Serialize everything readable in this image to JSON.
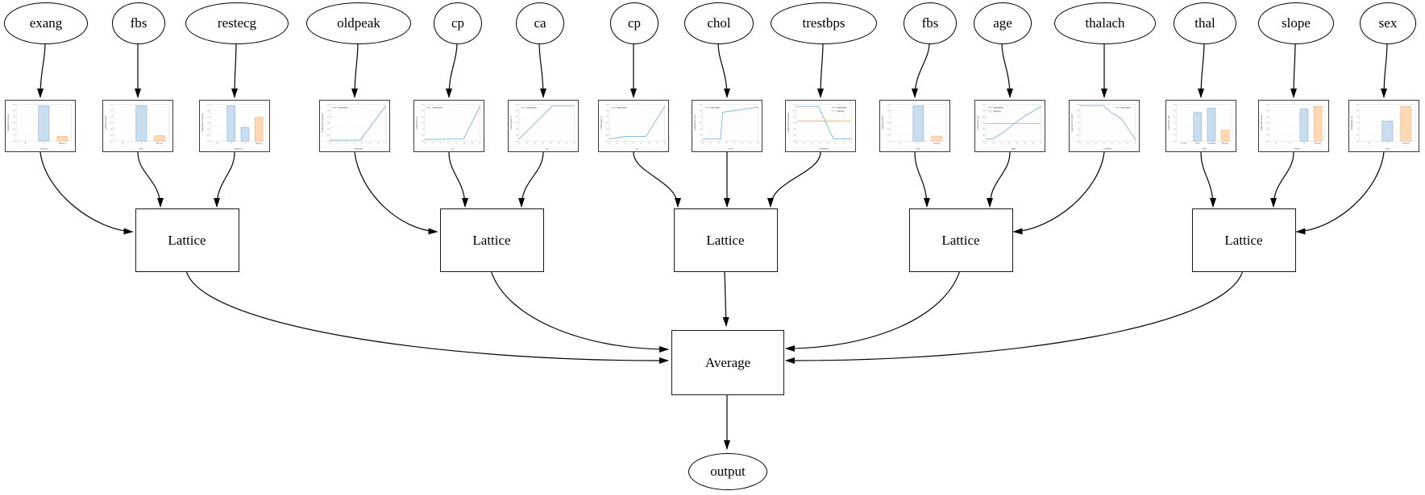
{
  "diagram": {
    "lattice_label": "Lattice",
    "average_label": "Average",
    "output_label": "output",
    "legend_labels": {
      "calibrated": "calibrated",
      "missing": "missing"
    },
    "colors": {
      "edge_black": "#000000",
      "line_blue": "#7ab2d8",
      "bar_blue_fill": "#c9ddef",
      "bar_blue_edge": "#74a9cf",
      "bar_orange_fill": "#fdd8b4",
      "bar_orange_edge": "#f4a75d",
      "line_orange": "#f9b35f"
    },
    "features": [
      {
        "label": "exang",
        "group": 1,
        "chart": {
          "type": "bar",
          "ylabel": "calibrated exang",
          "xlabel": "exang",
          "categories": [
            "0",
            "1",
            "Missing"
          ],
          "values": [
            0,
            0.97,
            0.13
          ],
          "bar_colors": [
            "blue",
            "blue",
            "orange"
          ]
        }
      },
      {
        "label": "fbs",
        "group": 1,
        "chart": {
          "type": "bar",
          "ylabel": "calibrated fbs",
          "xlabel": "fbs",
          "categories": [
            "0",
            "1",
            "Missing"
          ],
          "values": [
            0,
            0.97,
            0.15
          ],
          "bar_colors": [
            "blue",
            "blue",
            "orange"
          ]
        }
      },
      {
        "label": "restecg",
        "group": 1,
        "chart": {
          "type": "bar",
          "ylabel": "calibrated restecg",
          "xlabel": "restecg",
          "categories": [
            "0",
            "1",
            "2",
            "Missing"
          ],
          "values": [
            0,
            0.97,
            0.38,
            0.65
          ],
          "bar_colors": [
            "blue",
            "blue",
            "blue",
            "orange"
          ]
        }
      },
      {
        "label": "oldpeak",
        "group": 2,
        "chart": {
          "type": "line",
          "ylabel": "calibrated oldpeak",
          "xlabel": "oldpeak",
          "legend": [
            "calibrated"
          ],
          "legend_pos": "tl",
          "points": [
            [
              0,
              0.03
            ],
            [
              0.54,
              0.03
            ],
            [
              1,
              0.97
            ]
          ]
        }
      },
      {
        "label": "cp",
        "group": 2,
        "chart": {
          "type": "line",
          "ylabel": "calibrated cp",
          "xlabel": "cp",
          "legend": [
            "calibrated"
          ],
          "legend_pos": "tl",
          "points": [
            [
              0,
              0.05
            ],
            [
              0.7,
              0.06
            ],
            [
              1,
              0.96
            ]
          ]
        }
      },
      {
        "label": "ca",
        "group": 2,
        "chart": {
          "type": "line",
          "ylabel": "calibrated ca",
          "xlabel": "ca",
          "legend": [
            "calibrated"
          ],
          "legend_pos": "tl",
          "points": [
            [
              0,
              0.06
            ],
            [
              0.6,
              0.96
            ],
            [
              1,
              0.96
            ]
          ]
        }
      },
      {
        "label": "cp",
        "group": 3,
        "chart": {
          "type": "line",
          "ylabel": "calibrated cp",
          "xlabel": "cp",
          "legend": [
            "calibrated"
          ],
          "legend_pos": "tl",
          "points": [
            [
              0,
              0.06
            ],
            [
              0.3,
              0.13
            ],
            [
              0.66,
              0.13
            ],
            [
              1,
              0.95
            ]
          ]
        }
      },
      {
        "label": "chol",
        "group": 3,
        "chart": {
          "type": "line",
          "ylabel": "calibrated chol",
          "xlabel": "chol",
          "legend": [
            "calibrated"
          ],
          "legend_pos": "tl",
          "points": [
            [
              0,
              0.06
            ],
            [
              0.32,
              0.06
            ],
            [
              0.36,
              0.79
            ],
            [
              0.55,
              0.83
            ],
            [
              1,
              0.93
            ]
          ]
        }
      },
      {
        "label": "trestbps",
        "group": 3,
        "chart": {
          "type": "line",
          "ylabel": "calibrated trestbps",
          "xlabel": "trestbps",
          "legend": [
            "calibrated",
            "missing"
          ],
          "legend_pos": "tr",
          "points": [
            [
              0,
              0.95
            ],
            [
              0.4,
              0.95
            ],
            [
              0.67,
              0.06
            ],
            [
              1,
              0.06
            ]
          ],
          "missing_y": 0.55
        }
      },
      {
        "label": "fbs",
        "group": 4,
        "chart": {
          "type": "bar",
          "ylabel": "calibrated fbs",
          "xlabel": "fbs",
          "categories": [
            "0",
            "1",
            "Missing"
          ],
          "values": [
            0,
            0.97,
            0.14
          ],
          "bar_colors": [
            "blue",
            "blue",
            "orange"
          ]
        }
      },
      {
        "label": "age",
        "group": 4,
        "chart": {
          "type": "line",
          "ylabel": "calibrated age",
          "xlabel": "age",
          "legend": [
            "calibrated",
            "missing"
          ],
          "legend_pos": "tl",
          "points": [
            [
              0,
              0.06
            ],
            [
              0.12,
              0.06
            ],
            [
              0.3,
              0.22
            ],
            [
              0.5,
              0.46
            ],
            [
              0.7,
              0.68
            ],
            [
              1,
              0.95
            ]
          ],
          "missing_y": 0.48
        }
      },
      {
        "label": "thalach",
        "group": 4,
        "chart": {
          "type": "line",
          "ylabel": "calibrated thalach",
          "xlabel": "thalach",
          "legend": [
            "calibrated"
          ],
          "legend_pos": "tr",
          "points": [
            [
              0,
              0.97
            ],
            [
              0.42,
              0.97
            ],
            [
              0.58,
              0.76
            ],
            [
              0.68,
              0.68
            ],
            [
              0.76,
              0.58
            ],
            [
              1,
              0.04
            ]
          ]
        }
      },
      {
        "label": "thal",
        "group": 5,
        "chart": {
          "type": "bar",
          "ylabel": "calibrated thal",
          "xlabel": "thal",
          "categories": [
            "normal",
            "fixed",
            "reversible",
            "Missing"
          ],
          "values": [
            0,
            0.78,
            0.9,
            0.3
          ],
          "bar_colors": [
            "blue",
            "blue",
            "blue",
            "orange"
          ]
        }
      },
      {
        "label": "slope",
        "group": 5,
        "chart": {
          "type": "bar",
          "ylabel": "calibrated slope",
          "xlabel": "slope",
          "categories": [
            "0",
            "1",
            "2",
            "Missing"
          ],
          "values": [
            0,
            0,
            0.88,
            0.95
          ],
          "bar_colors": [
            "blue",
            "blue",
            "blue",
            "orange"
          ]
        }
      },
      {
        "label": "sex",
        "group": 5,
        "chart": {
          "type": "bar",
          "ylabel": "calibrated sex",
          "xlabel": "sex",
          "categories": [
            "0",
            "1",
            "Missing"
          ],
          "values": [
            0,
            0.55,
            0.95
          ],
          "bar_colors": [
            "blue",
            "blue",
            "orange"
          ]
        }
      }
    ]
  }
}
